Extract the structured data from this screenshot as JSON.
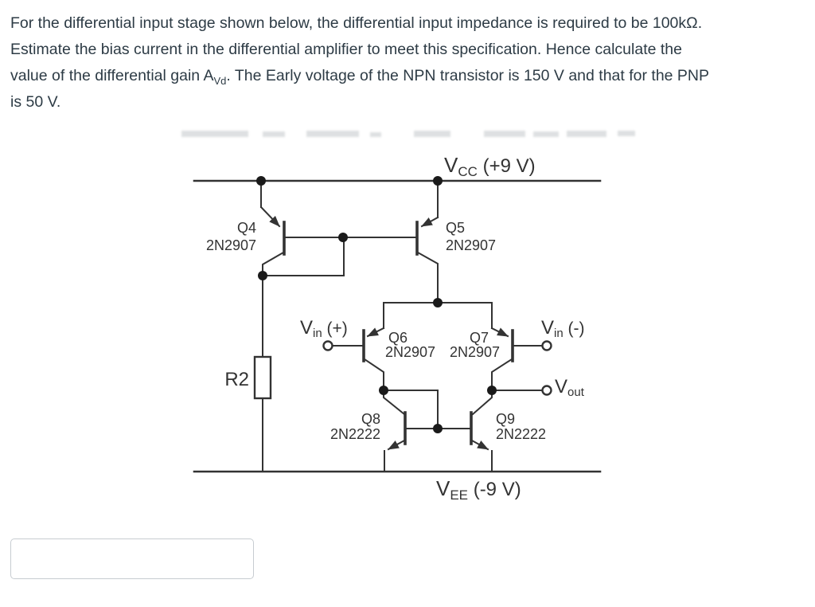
{
  "problem": {
    "line1": "For the differential input stage shown below, the differential input impedance is required to be 100kΩ.",
    "line2": "Estimate the bias current in the differential amplifier to meet this specification. Hence calculate the",
    "line3_pre": "value of the differential gain A",
    "line3_sub": "Vd",
    "line3_post": ". The Early voltage of the NPN transistor is 150 V and that for the PNP",
    "line4": "is 50 V."
  },
  "circuit": {
    "rails": {
      "vcc": {
        "sym": "V",
        "sub": "CC",
        "val": " (+9 V)"
      },
      "vee": {
        "sym": "V",
        "sub": "EE",
        "val": " (-9 V)"
      }
    },
    "transistors": {
      "q4": {
        "name": "Q4",
        "part": "2N2907"
      },
      "q5": {
        "name": "Q5",
        "part": "2N2907"
      },
      "q6": {
        "name": "Q6",
        "part": "2N2907"
      },
      "q7": {
        "name": "Q7",
        "part": "2N2907"
      },
      "q8": {
        "name": "Q8",
        "part": "2N2222"
      },
      "q9": {
        "name": "Q9",
        "part": "2N2222"
      }
    },
    "resistor": {
      "label": "R2"
    },
    "terminals": {
      "vin_plus": {
        "sym": "V",
        "sub": "in",
        "val": " (+)"
      },
      "vin_minus": {
        "sym": "V",
        "sub": "in",
        "val": " (-)"
      },
      "vout": {
        "sym": "V",
        "sub": "out",
        "val": ""
      }
    }
  },
  "answer": {
    "value": "",
    "placeholder": ""
  },
  "colors": {
    "problem_text": "#2d3b45",
    "circuit_ink": "#333333"
  }
}
